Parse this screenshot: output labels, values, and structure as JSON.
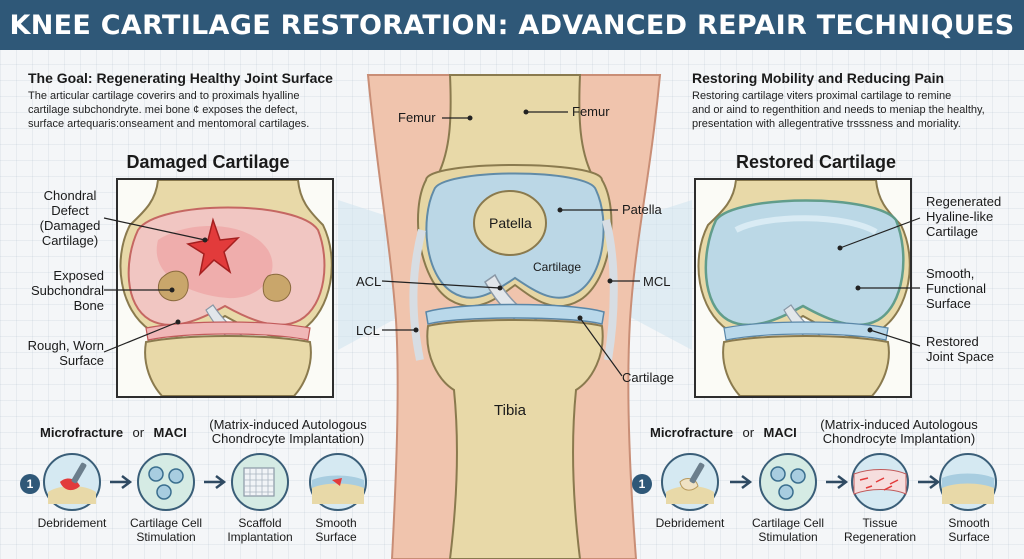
{
  "title": "KNEE CARTILAGE RESTORATION: ADVANCED REPAIR TECHNIQUES",
  "left_intro": {
    "heading": "The Goal: Regenerating Healthy Joint Surface",
    "line1": "The articular cartilage coverirs and to proximals hyalline",
    "line2": "cartilage  subchondryte. mei bone ¢ exposes the defect,",
    "line3": "surface artequaris:onseament and mentomoral cartilages."
  },
  "right_intro": {
    "heading": "Restoring Mobility and Reducing Pain",
    "line1": "Restoring cartilage viters proximal cartilage to remine",
    "line2": "and or aind to regenthition and needs to meniap the healthy,",
    "line3": "presentation with allegentrative trsssness and moriality."
  },
  "damaged_panel": {
    "heading": "Damaged Cartilage",
    "labels": {
      "chondral_1": "Chondral",
      "chondral_2": "Defect",
      "chondral_3": "(Damaged",
      "chondral_4": "Cartilage)",
      "exposed_1": "Exposed",
      "exposed_2": "Subchondral",
      "exposed_3": "Bone",
      "rough_1": "Rough, Worn",
      "rough_2": "Surface"
    }
  },
  "restored_panel": {
    "heading": "Restored Cartilage",
    "labels": {
      "regen_1": "Regenerated",
      "regen_2": "Hyaline-like",
      "regen_3": "Cartilage",
      "smooth_1": "Smooth,",
      "smooth_2": "Functional",
      "smooth_3": "Surface",
      "joint_1": "Restored",
      "joint_2": "Joint Space"
    }
  },
  "center_knee": {
    "femur_left": "Femur",
    "femur_right": "Femur",
    "patella_inner": "Patella",
    "patella_label": "Patella",
    "cartilage_inner": "Cartilage",
    "acl": "ACL",
    "mcl": "MCL",
    "lcl": "LCL",
    "cartilage_label": "Cartilage",
    "tibia": "Tibia"
  },
  "left_method": {
    "name1": "Microfracture",
    "or": "or",
    "name2": "MACI",
    "sub1": "(Matrix-induced Autologous",
    "sub2": "Chondrocyte Implantation)",
    "badge": "1",
    "steps": [
      {
        "line1": "Debridement",
        "line2": ""
      },
      {
        "line1": "Cartilage Cell",
        "line2": "Stimulation"
      },
      {
        "line1": "Scaffold",
        "line2": "Implantation"
      },
      {
        "line1": "Smooth",
        "line2": "Surface"
      }
    ]
  },
  "right_method": {
    "name1": "Microfracture",
    "or": "or",
    "name2": "MACI",
    "sub1": "(Matrix-induced Autologous",
    "sub2": "Chondrocyte Implantation)",
    "badge": "1",
    "steps": [
      {
        "line1": "Debridement",
        "line2": ""
      },
      {
        "line1": "Cartilage Cell",
        "line2": "Stimulation"
      },
      {
        "line1": "Tissue",
        "line2": "Regeneration"
      },
      {
        "line1": "Smooth",
        "line2": "Surface"
      }
    ]
  },
  "colors": {
    "title_bg": "#2f5878",
    "bone": "#e8d9a8",
    "cartilage": "#b9d8ea",
    "damage": "#e23b3b",
    "skin": "#f0c4ad"
  }
}
